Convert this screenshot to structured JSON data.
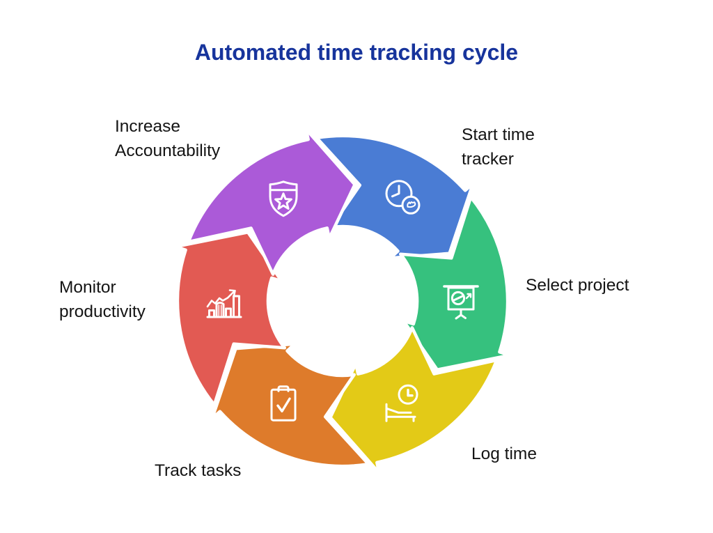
{
  "title": "Automated time tracking cycle",
  "colors": {
    "title": "#17349c",
    "label": "#141414",
    "background": "#ffffff",
    "divider": "#ffffff",
    "icon_stroke": "#ffffff"
  },
  "cycle": {
    "type": "circular-arrow-cycle",
    "direction": "clockwise",
    "segments": [
      {
        "id": "start-time-tracker",
        "label": "Start time\ntracker",
        "color": "#4a7cd4",
        "icon": "clock-start-icon"
      },
      {
        "id": "select-project",
        "label": "Select project",
        "color": "#36c17e",
        "icon": "presentation-chart-icon"
      },
      {
        "id": "log-time",
        "label": "Log time",
        "color": "#e3ca17",
        "icon": "bed-clock-icon"
      },
      {
        "id": "track-tasks",
        "label": "Track tasks",
        "color": "#de7b2b",
        "icon": "clipboard-check-icon"
      },
      {
        "id": "monitor-productivity",
        "label": "Monitor\nproductivity",
        "color": "#e25a53",
        "icon": "bar-chart-growth-icon"
      },
      {
        "id": "increase-accountability",
        "label": "Increase\nAccountability",
        "color": "#ab5ad8",
        "icon": "shield-star-icon"
      }
    ]
  }
}
